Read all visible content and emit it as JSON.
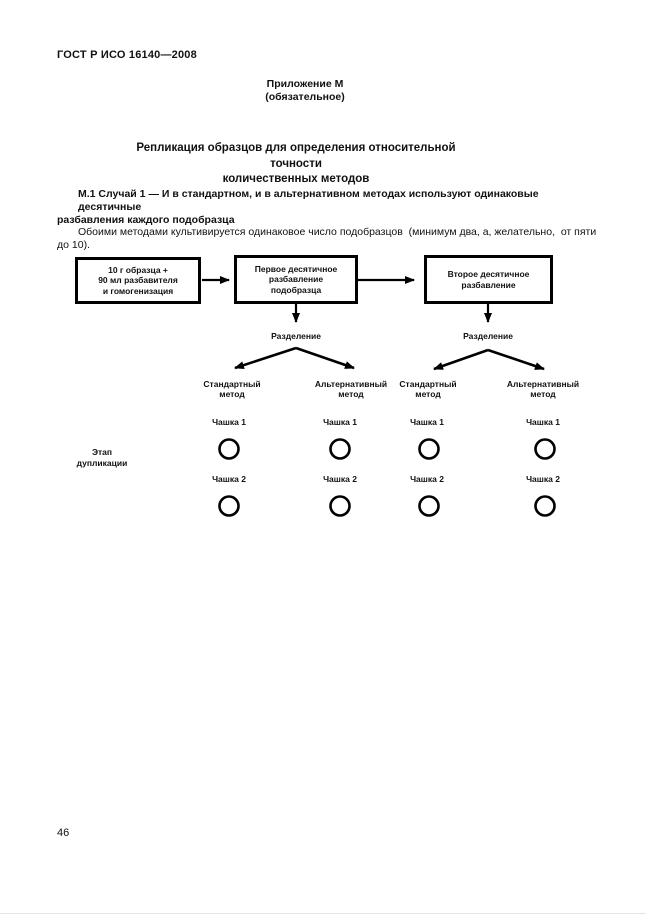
{
  "header": {
    "doc_number": "ГОСТ Р ИСО 16140—2008",
    "appendix_title": "Приложение М",
    "appendix_subtitle": "(обязательное)",
    "title": "Репликация образцов для определения относительной точности\nколичественных методов"
  },
  "paragraph": {
    "m1_lines": [
      "М.1 Случай 1 — И в стандартном, и в альтернативном методах используют одинаковые десятичные",
      "разбавления каждого подобразца"
    ],
    "body_lines": [
      "Обоими методами культивируется одинаковое число подобразцов  (минимум два, а, желательно,  от пяти",
      "до 10)."
    ]
  },
  "diagram": {
    "box_sample": "10 г образца +\n90 мл разбавителя\nи гомогенизация",
    "box_first_dilution": "Первое десятичное\nразбавление\nподобразца",
    "box_second_dilution": "Второе десятичное\nразбавление",
    "split_label": "Разделение",
    "method_standard": "Стандартный\nметод",
    "method_alternative": "Альтернативный\nметод",
    "plate1_label": "Чашка 1",
    "plate2_label": "Чашка 2",
    "stage_label": "Этап\nдупликации"
  },
  "footer": {
    "page_number": "46"
  }
}
